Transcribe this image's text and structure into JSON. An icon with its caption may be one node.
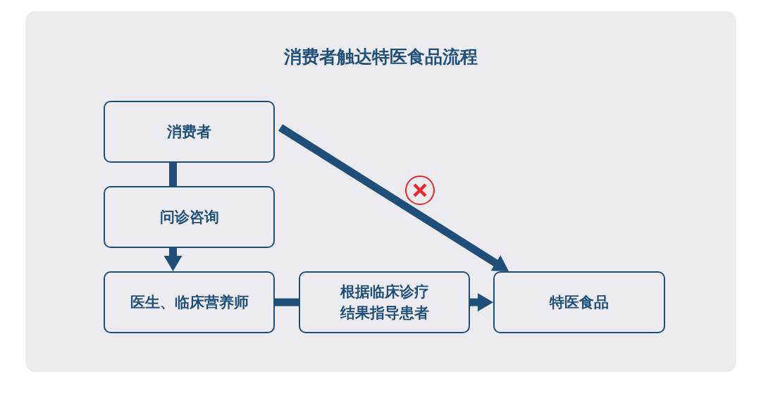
{
  "diagram": {
    "title": "消费者触达特医食品流程",
    "nodes": [
      {
        "text": [
          "消费者"
        ]
      },
      {
        "text": [
          "问诊咨询"
        ]
      },
      {
        "text": [
          "医生、临床营养师"
        ]
      },
      {
        "text": [
          "根据临床诊疗结果指导患者"
        ]
      },
      {
        "text": [
          "特医食品"
        ]
      }
    ],
    "edges": [
      {
        "from": 0,
        "to": 1,
        "arrow": "none"
      },
      {
        "from": 1,
        "to": 2,
        "arrow": "to"
      },
      {
        "from": 2,
        "to": 3,
        "arrow": "none"
      },
      {
        "from": 3,
        "to": 4,
        "arrow": "to"
      },
      {
        "from": 0,
        "to": 4,
        "arrow": "to"
      }
    ]
  }
}
